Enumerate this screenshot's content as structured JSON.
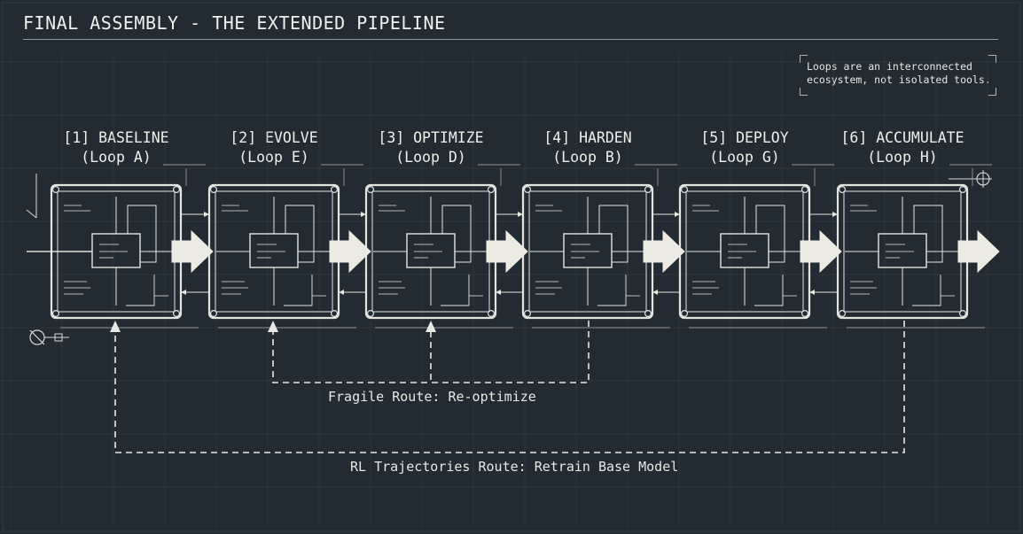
{
  "title": "FINAL ASSEMBLY - THE EXTENDED PIPELINE",
  "note": {
    "line1": "Loops are an interconnected",
    "line2": "ecosystem, not isolated tools."
  },
  "stages": [
    {
      "name": "[1] BASELINE",
      "loop": "(Loop A)"
    },
    {
      "name": "[2] EVOLVE",
      "loop": "(Loop E)"
    },
    {
      "name": "[3] OPTIMIZE",
      "loop": "(Loop D)"
    },
    {
      "name": "[4] HARDEN",
      "loop": "(Loop B)"
    },
    {
      "name": "[5] DEPLOY",
      "loop": "(Loop G)"
    },
    {
      "name": "[6] ACCUMULATE",
      "loop": "(Loop H)"
    }
  ],
  "routes": {
    "fragile": "Fragile Route: Re-optimize",
    "rl": "RL Trajectories Route: Retrain Base Model"
  },
  "colors": {
    "background": "#232b32",
    "ink": "#e6e8e4",
    "arrow_fill": "#ecebe3",
    "grid": "#3a444b"
  }
}
